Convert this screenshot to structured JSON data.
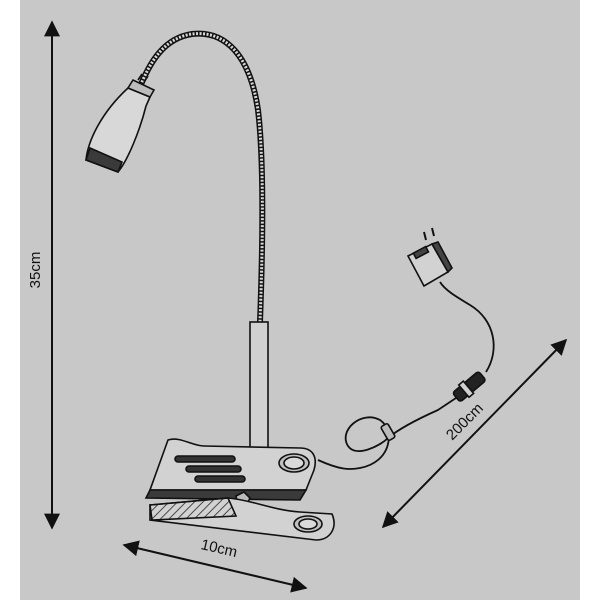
{
  "figure": {
    "background_color": "#c8c8c8",
    "line_color": "#111111",
    "icons": [
      "clip-lamp-icon",
      "power-adapter-icon"
    ]
  },
  "dimensions": {
    "height_label": "35cm",
    "width_label": "10cm",
    "cable_label": "200cm"
  }
}
